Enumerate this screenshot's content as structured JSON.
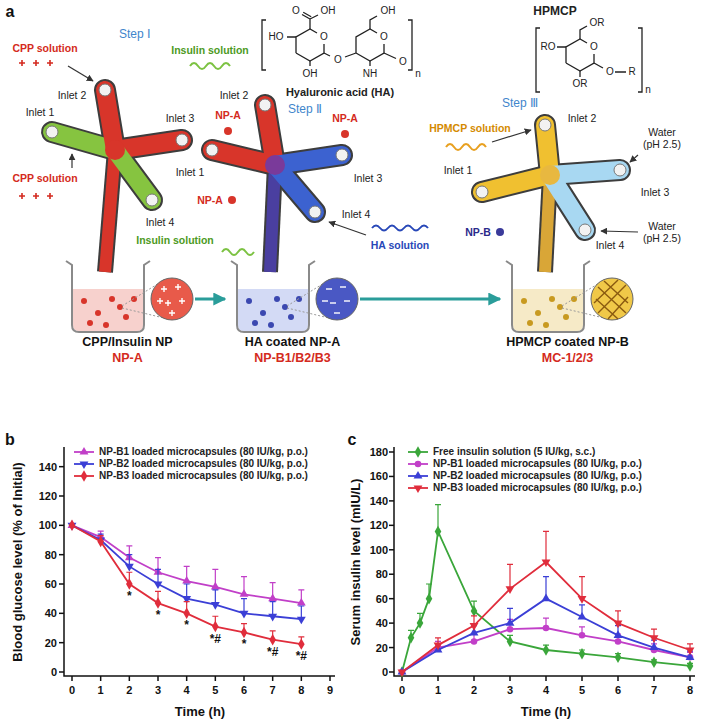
{
  "diagram": {
    "nodes": [
      {
        "text": [
          "CPP/Insulin NP",
          "NP-A"
        ]
      },
      {
        "text": [
          "HA coated NP-A",
          "NP-B1/B2/B3"
        ]
      },
      {
        "text": [
          "HPMCP coated NP-B",
          "MC-1/2/3"
        ]
      }
    ],
    "edges": [
      {
        "from": 0,
        "to": 1,
        "arrow": "to"
      },
      {
        "from": 1,
        "to": 2,
        "arrow": "to"
      }
    ],
    "labels": [
      "a",
      "Step Ⅰ",
      "Step Ⅱ",
      "Step Ⅲ",
      "Hyaluronic acid (HA)",
      "HPMCP",
      "CPP solution",
      "Insulin solution",
      "Inlet 1",
      "Inlet 2",
      "Inlet 3",
      "Inlet 4",
      "CPP solution",
      "Insulin solution",
      "NP-A",
      "NP-A",
      "Inlet 1",
      "Inlet 2",
      "Inlet 3",
      "Inlet 4",
      "NP-A",
      "HA solution",
      "HPMCP solution",
      "Water (pH 2.5)",
      "Water (pH 2.5)",
      "Inlet 1",
      "Inlet 2",
      "Inlet 3",
      "Inlet 4",
      "NP-B",
      "O",
      "OH",
      "HO",
      "OH",
      "O",
      "O",
      "O",
      "OH",
      "NH",
      "O",
      "n",
      "OR",
      "O",
      "O",
      "R",
      "RO",
      "OR",
      "n",
      "b",
      "Blood glucose level (% of Initial)",
      "Time (h)",
      "0",
      "20",
      "40",
      "60",
      "80",
      "100",
      "120",
      "140",
      "0",
      "1",
      "2",
      "3",
      "4",
      "5",
      "6",
      "7",
      "8",
      "9",
      "*",
      "*",
      "*",
      "*#",
      "*",
      "*#",
      "*#",
      "c",
      "Serum insulin level (mIU/L)",
      "Time (h)",
      "0",
      "20",
      "40",
      "60",
      "80",
      "100",
      "120",
      "140",
      "160",
      "180",
      "0",
      "1",
      "2",
      "3",
      "4",
      "5",
      "6",
      "7",
      "8"
    ],
    "legend": [
      {
        "text": "NP-B1 loaded microcapsules (80 IU/kg, p.o.)"
      },
      {
        "text": "NP-B2 loaded microcapsules (80 IU/kg, p.o.)"
      },
      {
        "text": "NP-B3 loaded microcapsules (80 IU/kg, p.o.)"
      },
      {
        "text": "Free insulin solution (5 IU/kg, s.c.)"
      },
      {
        "text": "NP-B1 loaded microcapsules (80 IU/kg, p.o.)"
      },
      {
        "text": "NP-B2 loaded microcapsules (80 IU/kg, p.o.)"
      },
      {
        "text": "NP-B3 loaded microcapsules (80 IU/kg, p.o.)"
      }
    ]
  }
}
